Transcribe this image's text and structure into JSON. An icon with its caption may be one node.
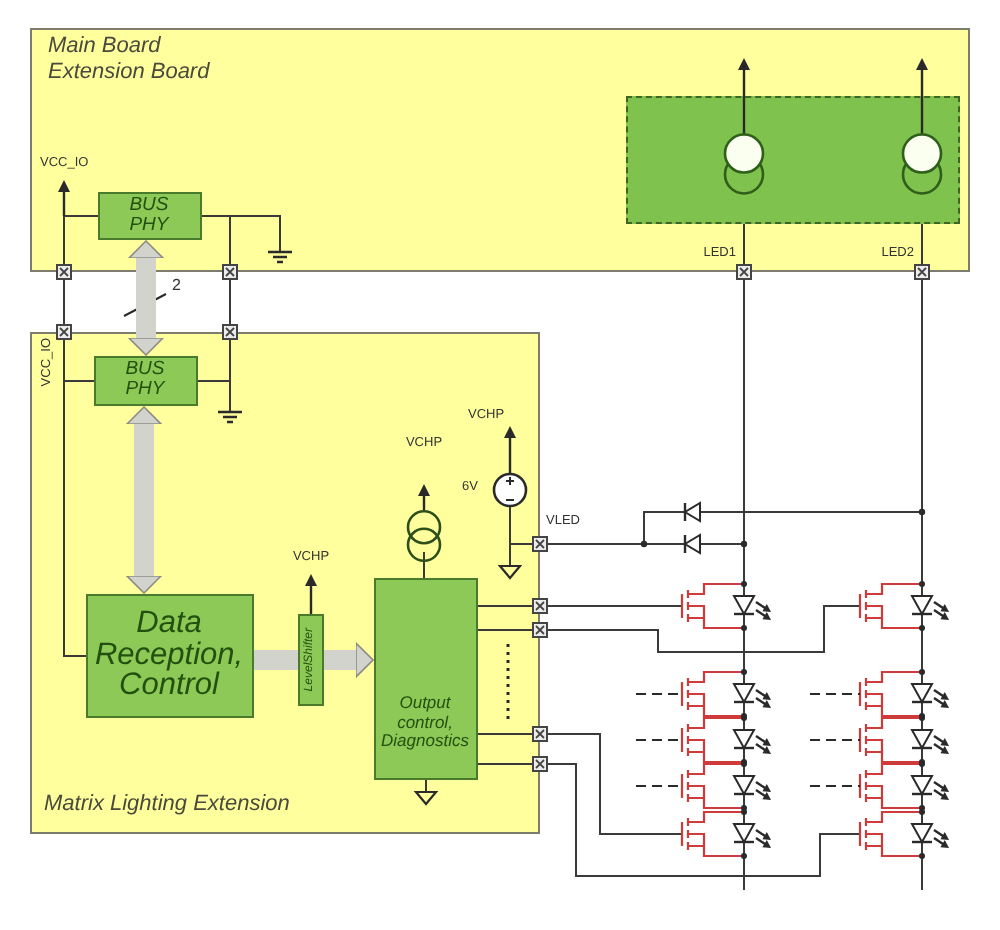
{
  "diagram": {
    "nodes": [
      {
        "text": [
          "Main Board",
          "Extension Board"
        ]
      },
      {
        "text": [],
        "shape": "box",
        "in": 0
      },
      {
        "text": [
          "BUS PHY"
        ],
        "in": 0
      },
      {
        "text": [
          "Matrix Lighting Extension"
        ]
      },
      {
        "text": [
          "BUS PHY"
        ],
        "in": 3
      },
      {
        "text": [
          "Data Reception, Control"
        ],
        "in": 3
      },
      {
        "text": [
          "LevelShifter"
        ],
        "in": 3
      },
      {
        "text": [
          "Output control, Diagnostics"
        ],
        "in": 3
      },
      {
        "text": [],
        "shape": "picture"
      }
    ],
    "edges": [
      {
        "from": 2,
        "to": 4,
        "arrow": "both",
        "label": "2",
        "style": "thick",
        "color": "#d3d3cd"
      },
      {
        "from": 4,
        "to": 5,
        "arrow": "both",
        "style": "thick",
        "color": "#d3d3cd"
      },
      {
        "from": 5,
        "to": 6,
        "arrow": "none",
        "style": "thick",
        "color": "#d3d3cd"
      },
      {
        "from": 6,
        "to": 7,
        "arrow": "to",
        "style": "thick",
        "color": "#d3d3cd"
      },
      {
        "from": 2,
        "to": 4,
        "arrow": "none"
      },
      {
        "from": 4,
        "to": 5,
        "arrow": "none"
      },
      {
        "from": 2,
        "to": 4,
        "arrow": "none"
      },
      {
        "from": 1,
        "to": 8,
        "arrow": "none",
        "label": "LED1"
      },
      {
        "from": 1,
        "to": 8,
        "arrow": "none",
        "label": "LED2"
      },
      {
        "from": 3,
        "to": 8,
        "arrow": "none",
        "label": "VLED"
      },
      {
        "from": 7,
        "to": 8,
        "arrow": "none"
      },
      {
        "from": 7,
        "to": 8,
        "arrow": "none"
      },
      {
        "from": 7,
        "to": 8,
        "arrow": "none"
      },
      {
        "from": 7,
        "to": 8,
        "arrow": "none"
      }
    ],
    "labels": [
      "VCC_IO",
      "VCC_IO",
      "VCHP",
      "VCHP",
      "6V",
      "VCHP"
    ]
  }
}
